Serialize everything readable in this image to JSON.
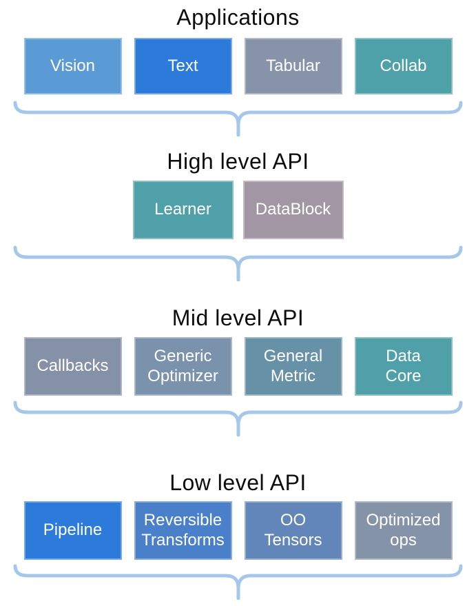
{
  "diagram": {
    "title_color": "#0d0d0d",
    "box_text_color": "#ffffff",
    "brace_color": "#a5c7ea",
    "sections": [
      {
        "title": "Applications",
        "boxes": [
          {
            "label": "Vision",
            "color": "#5b9bd5"
          },
          {
            "label": "Text",
            "color": "#2c7bdb"
          },
          {
            "label": "Tabular",
            "color": "#8793a9"
          },
          {
            "label": "Collab",
            "color": "#4fa1a9"
          }
        ]
      },
      {
        "title": "High level API",
        "boxes": [
          {
            "label": "Learner",
            "color": "#4fa0a8"
          },
          {
            "label": "DataBlock",
            "color": "#a396a4"
          }
        ]
      },
      {
        "title": "Mid level API",
        "boxes": [
          {
            "label": "Callbacks",
            "color": "#8591a7"
          },
          {
            "label": "Generic\nOptimizer",
            "color": "#7a92ac"
          },
          {
            "label": "General\nMetric",
            "color": "#6791a6"
          },
          {
            "label": "Data\nCore",
            "color": "#4fa0a8"
          }
        ]
      },
      {
        "title": "Low level API",
        "boxes": [
          {
            "label": "Pipeline",
            "color": "#2c7bdb"
          },
          {
            "label": "Reversible\nTransforms",
            "color": "#4a80c9"
          },
          {
            "label": "OO\nTensors",
            "color": "#6286ba"
          },
          {
            "label": "Optimized\nops",
            "color": "#8593a8"
          }
        ]
      }
    ]
  }
}
